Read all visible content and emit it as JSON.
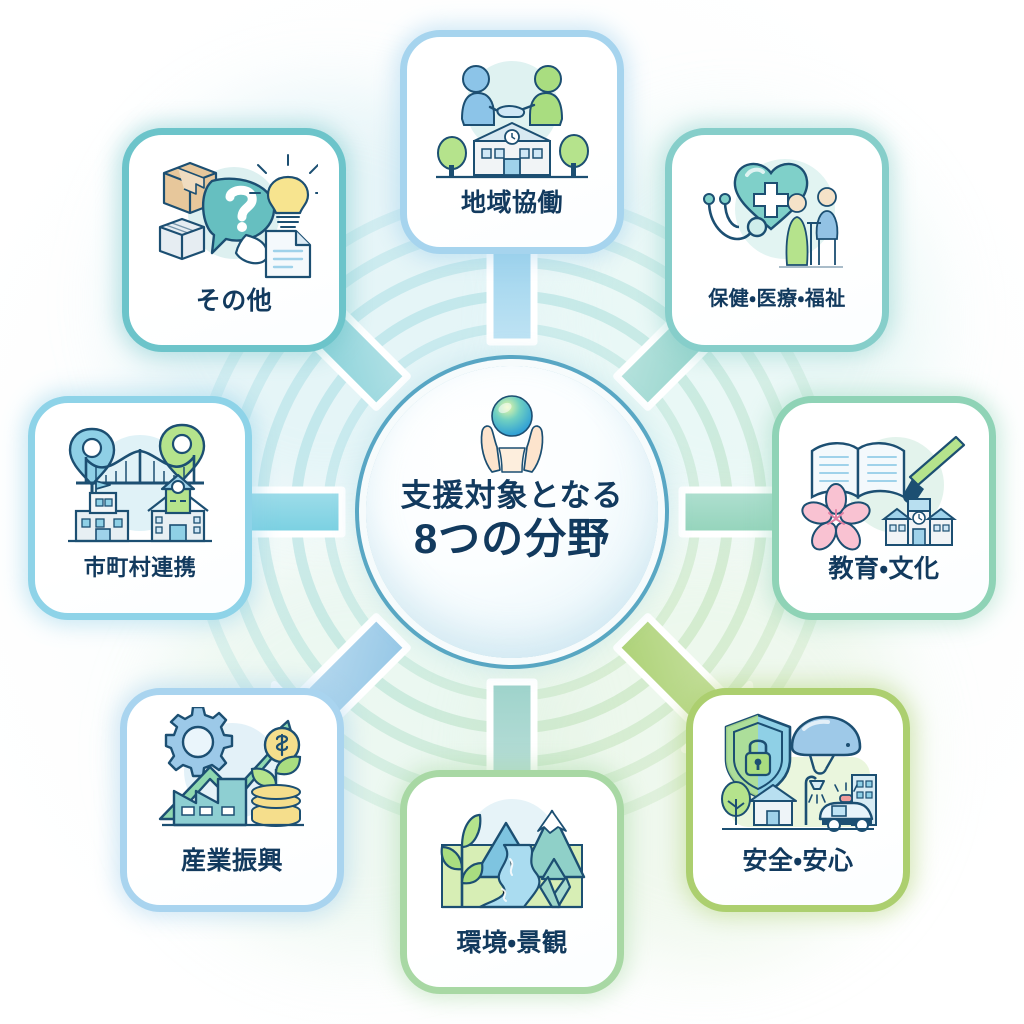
{
  "poster": {
    "center": {
      "title_line1": "支援対象となる",
      "title_line2": "8つの分野",
      "emblem_icon": "hands-holding-globe-icon",
      "ring_color": "#3c96b9",
      "count": 8
    },
    "background": {
      "base_color": "#ffffff",
      "tint_color": "#f2fbfb"
    },
    "arrows": [
      {
        "name": "arrow-to-community",
        "direction": "up",
        "color": "#8ecdea"
      },
      {
        "name": "arrow-to-health",
        "direction": "up-right",
        "color": "#86cfc8"
      },
      {
        "name": "arrow-to-education",
        "direction": "right",
        "color": "#8bd0b8"
      },
      {
        "name": "arrow-to-safety",
        "direction": "down-right",
        "color": "#aed37a"
      },
      {
        "name": "arrow-to-environment",
        "direction": "down",
        "color": "#a9d7d2"
      },
      {
        "name": "arrow-to-industry",
        "direction": "down-left",
        "color": "#9ccbe8"
      },
      {
        "name": "arrow-to-municipal",
        "direction": "left",
        "color": "#76cfdf"
      },
      {
        "name": "arrow-to-other",
        "direction": "up-left",
        "color": "#7ecdd4"
      }
    ],
    "fields": [
      {
        "id": "community",
        "label": "地域協働",
        "position": "top",
        "accent": "#a6d4ee",
        "icons": [
          "handshake-icon",
          "school-building-icon",
          "tree-icon"
        ]
      },
      {
        "id": "health",
        "label": "保健・医療・福祉",
        "position": "top-right",
        "accent": "#86ceca",
        "icons": [
          "heart-cross-icon",
          "stethoscope-icon",
          "elderly-care-icon"
        ]
      },
      {
        "id": "education",
        "label": "教育・文化",
        "position": "right",
        "accent": "#8fd3b6",
        "icons": [
          "open-book-icon",
          "paintbrush-icon",
          "sakura-blossom-icon",
          "school-building-icon"
        ]
      },
      {
        "id": "safety",
        "label": "安全・安心",
        "position": "bottom-right",
        "accent": "#accf6f",
        "icons": [
          "shield-lock-icon",
          "helmet-icon",
          "streetlight-icon",
          "police-car-icon",
          "house-icon"
        ]
      },
      {
        "id": "environment",
        "label": "環境・景観",
        "position": "bottom",
        "accent": "#a8d8a4",
        "icons": [
          "leaf-plant-icon",
          "mountain-icon",
          "river-icon",
          "recycle-icon"
        ]
      },
      {
        "id": "industry",
        "label": "産業振興",
        "position": "bottom-left",
        "accent": "#a9d4ef",
        "icons": [
          "gear-icon",
          "growth-arrow-icon",
          "factory-icon",
          "coin-stack-icon",
          "money-plant-icon"
        ]
      },
      {
        "id": "municipal",
        "label": "市町村連携",
        "position": "left",
        "accent": "#8ed3e8",
        "icons": [
          "map-pin-icon",
          "bridge-icon",
          "city-hall-icon",
          "town-hall-icon"
        ]
      },
      {
        "id": "other",
        "label": "その他",
        "position": "top-left",
        "accent": "#6cc4ca",
        "icons": [
          "cardboard-box-icon",
          "question-speech-bubble-icon",
          "lightbulb-icon",
          "document-icon",
          "cube-icon"
        ]
      }
    ]
  }
}
